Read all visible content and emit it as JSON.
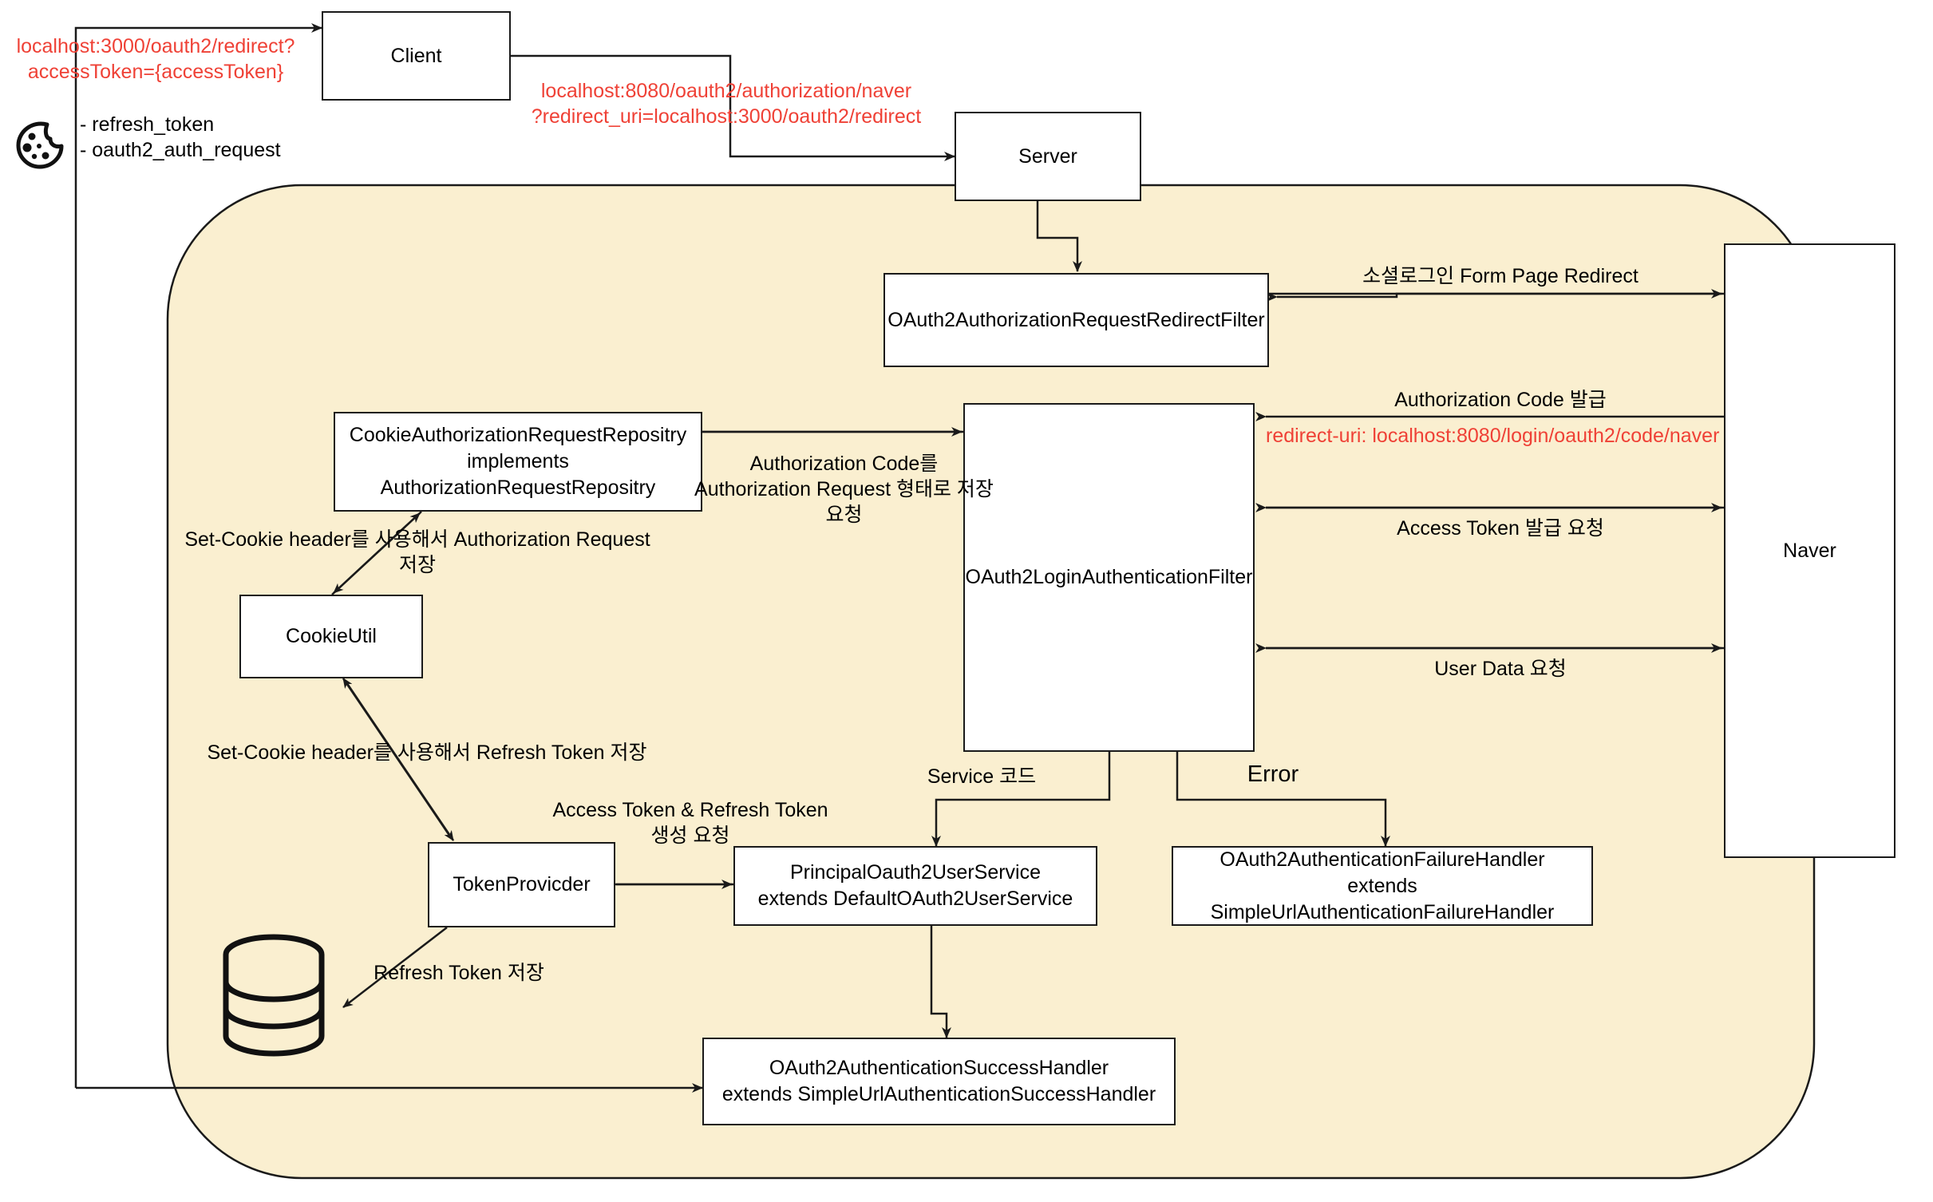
{
  "diagram": {
    "title": "OAuth2 Social Login Flow (Spring Security)",
    "background_color": "#ffffff",
    "region_fill": "#faefd0",
    "stroke_color": "#1a1a1a",
    "accent_red": "#ef4136"
  },
  "nodes": {
    "client": "Client",
    "server": "Server",
    "naver": "Naver",
    "redirect_filter": "OAuth2AuthorizationRequestRedirectFilter",
    "cookie_repo": "CookieAuthorizationRequestRepositry\nimplements AuthorizationRequestRepositry",
    "cookie_util": "CookieUtil",
    "login_filter": "OAuth2LoginAuthenticationFilter",
    "token_provider": "TokenProvicder",
    "principal_service": "PrincipalOauth2UserService\nextends DefaultOAuth2UserService",
    "failure_handler": "OAuth2AuthenticationFailureHandler\nextends SimpleUrlAuthenticationFailureHandler",
    "success_handler": "OAuth2AuthenticationSuccessHandler\nextends SimpleUrlAuthenticationSuccessHandler"
  },
  "labels": {
    "client_redirect_url": "localhost:3000/oauth2/redirect?\naccessToken={accessToken}",
    "cookie_items": "- refresh_token\n- oauth2_auth_request",
    "authorization_url": "localhost:8080/oauth2/authorization/naver\n?redirect_uri=localhost:3000/oauth2/redirect",
    "social_form_redirect": "소셜로그인 Form Page Redirect",
    "authorization_code_issue": "Authorization Code 발급",
    "redirect_uri_note": "redirect-uri: localhost:8080/login/oauth2/code/naver",
    "access_token_request": "Access Token 발급 요청",
    "user_data_request": "User Data 요청",
    "auth_code_store_request": "Authorization Code를\nAuthorization Request 형태로 저장 요청",
    "set_cookie_auth_request": "Set-Cookie header를 사용해서 Authorization Request 저장",
    "set_cookie_refresh_token": "Set-Cookie header를 사용해서 Refresh Token 저장",
    "token_create_request": "Access Token & Refresh Token\n생성 요청",
    "refresh_token_store": "Refresh Token 저장",
    "service_code": "Service 코드",
    "error": "Error"
  },
  "icons": {
    "cookie": "cookie-icon",
    "database": "database-cylinder-icon"
  }
}
